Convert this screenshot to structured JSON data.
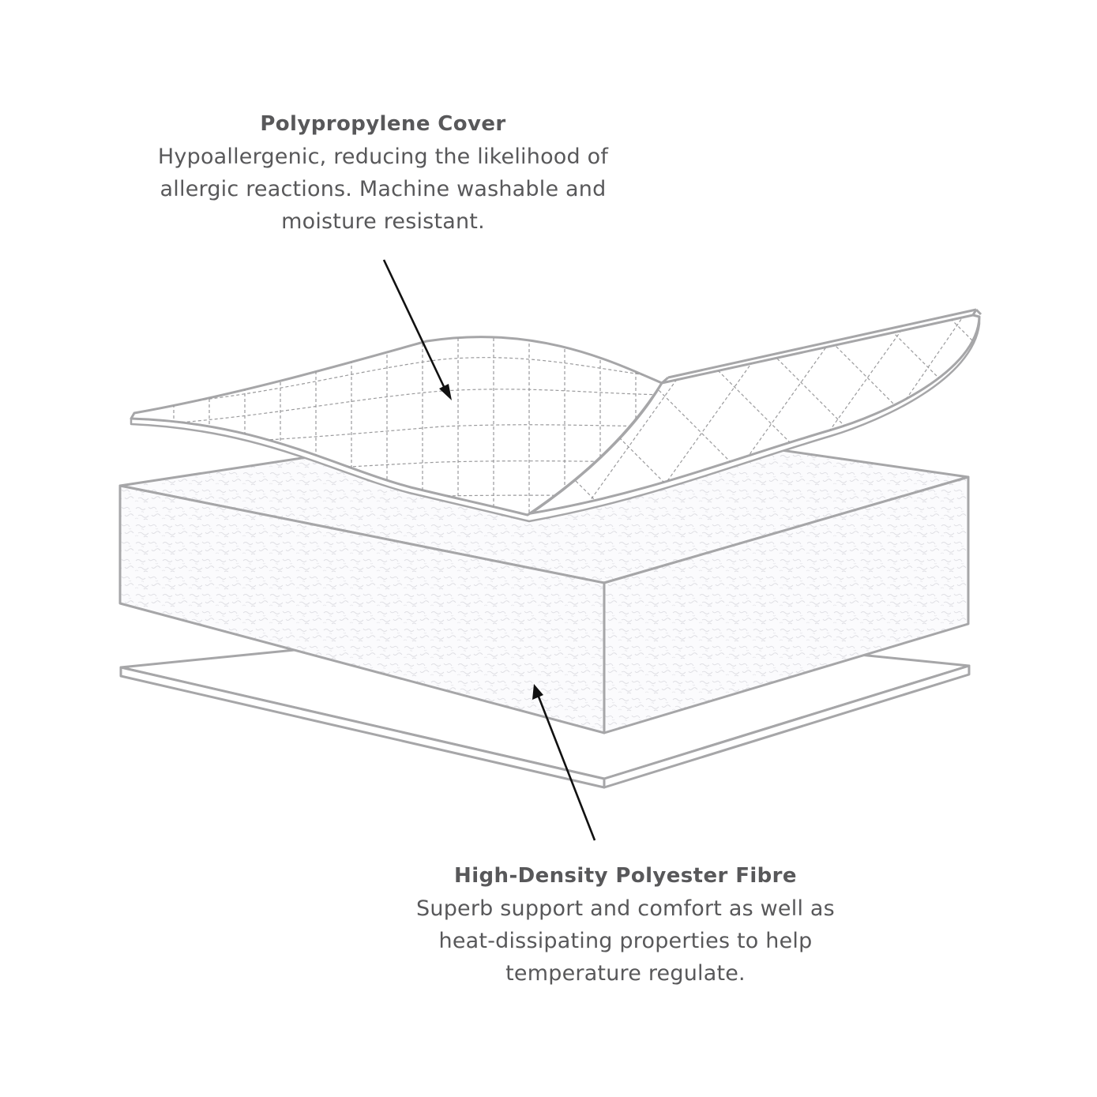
{
  "callouts": {
    "cover": {
      "title": "Polypropylene Cover",
      "lines": [
        "Hypoallergenic, reducing the likelihood of",
        "allergic reactions. Machine washable and",
        "moisture resistant."
      ]
    },
    "fibre": {
      "title": "High-Density Polyester Fibre",
      "lines": [
        "Superb support and comfort as well as",
        "heat-dissipating properties to help",
        "temperature regulate."
      ]
    }
  },
  "colors": {
    "text": "#58585a",
    "outline": "#a6a6a8",
    "arrow": "#111111",
    "quilt_stitch": "#9a9a9c",
    "foam_fill": "#fbfbfd"
  }
}
